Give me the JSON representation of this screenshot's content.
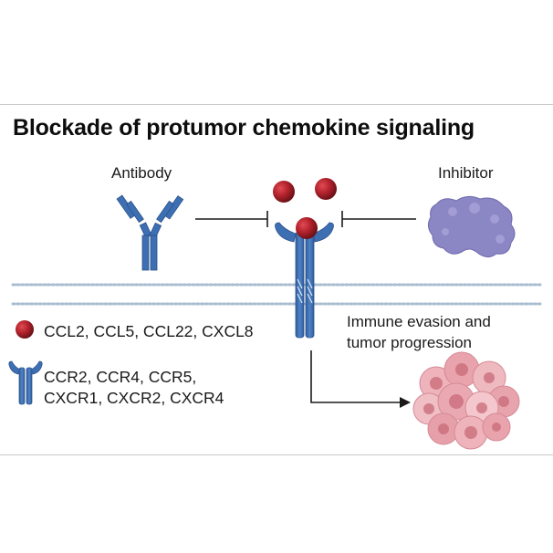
{
  "title": "Blockade of protumor chemokine signaling",
  "labels": {
    "antibody": "Antibody",
    "inhibitor": "Inhibitor",
    "outcome_line1": "Immune evasion and",
    "outcome_line2": "tumor progression"
  },
  "legend": {
    "chemokines": "CCL2, CCL5, CCL22, CXCL8",
    "receptors_line1": "CCR2, CCR4, CCR5,",
    "receptors_line2": "CXCR1, CXCR2, CXCR4"
  },
  "colors": {
    "receptor_blue": "#3e6fb3",
    "chemokine_red": "#b0212b",
    "inhibitor_purple": "#8b86c4",
    "tumor_pink": "#e7a4ad",
    "membrane_dots": "#a9bdd0"
  }
}
